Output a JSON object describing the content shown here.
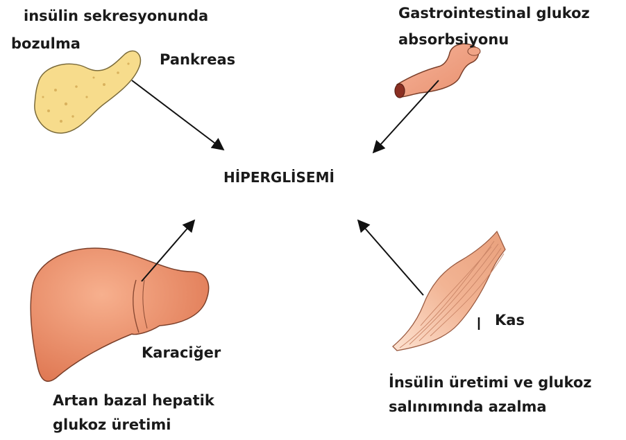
{
  "center": {
    "label": "HİPERGLİSEMİ"
  },
  "pancreas": {
    "cause_lines": [
      "insülin sekresyonunda",
      "bozulma"
    ],
    "organ_label": "Pankreas"
  },
  "gut": {
    "cause_lines": [
      "Gastrointestinal glukoz",
      "absorbsiyonu"
    ]
  },
  "liver": {
    "organ_label": "Karaciğer",
    "cause_lines": [
      "Artan bazal hepatik",
      "glukoz üretimi"
    ]
  },
  "muscle": {
    "organ_label": "Kas",
    "cause_lines": [
      "İnsülin üretimi ve glukoz",
      "salınımında azalma"
    ]
  },
  "colors": {
    "pancreas_fill": "#f7dc8c",
    "organ_fill": "#eb9472",
    "organ_stroke": "#7a3f2a",
    "arrow": "#111111"
  }
}
